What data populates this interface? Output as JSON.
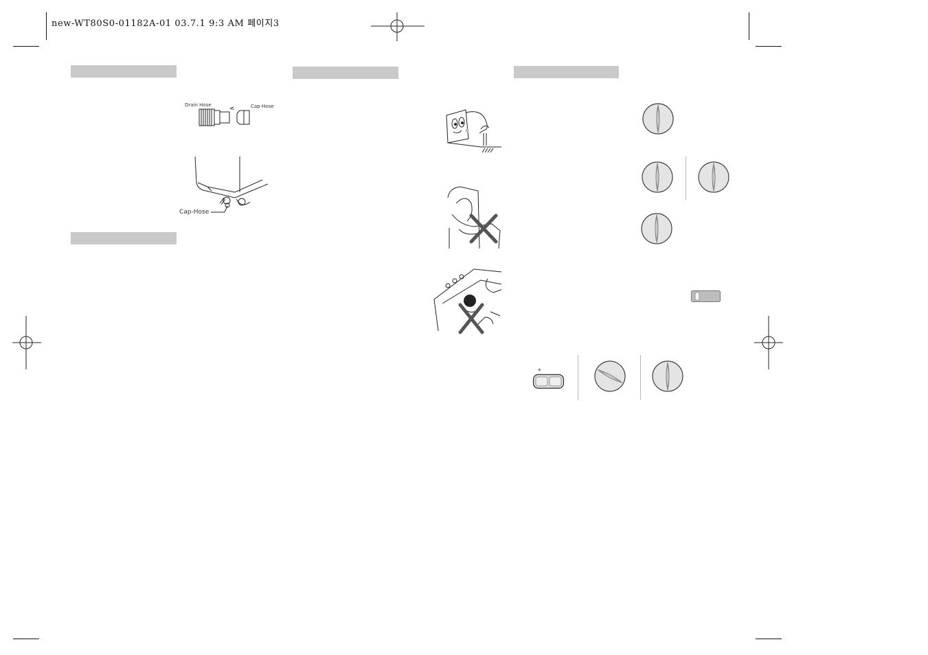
{
  "header": {
    "file_info": "new-WT80S0-01182A-01  03.7.1 9:3 AM 페이지3"
  },
  "diagrams": {
    "drain_hose_label": "Drain  Hose",
    "cap_hose_label_top": "Cap-Hose",
    "cap_hose_label_bottom": "Cap-Hose"
  },
  "panel": {
    "marker": "*"
  }
}
